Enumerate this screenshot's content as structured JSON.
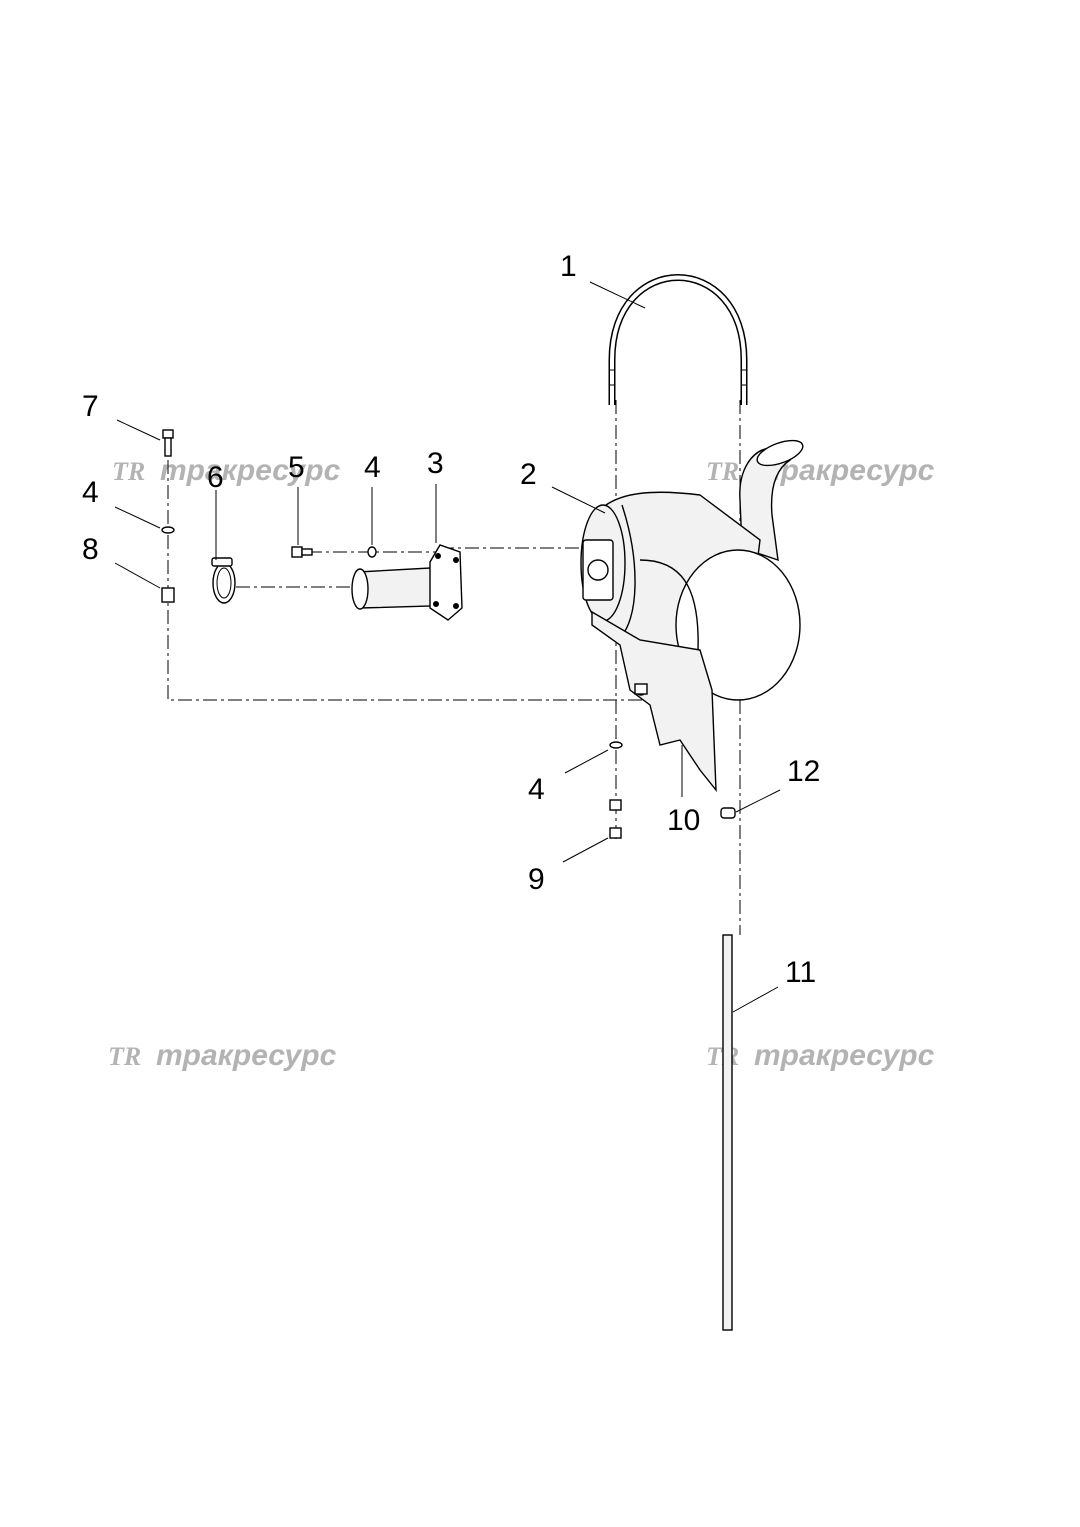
{
  "watermark": {
    "logo": "TR",
    "text": "тракресурс"
  },
  "callouts": {
    "c1": "1",
    "c2": "2",
    "c3": "3",
    "c4a": "4",
    "c4b": "4",
    "c4c": "4",
    "c5": "5",
    "c6": "6",
    "c7": "7",
    "c8": "8",
    "c9": "9",
    "c10": "10",
    "c11": "11",
    "c12": "12"
  }
}
